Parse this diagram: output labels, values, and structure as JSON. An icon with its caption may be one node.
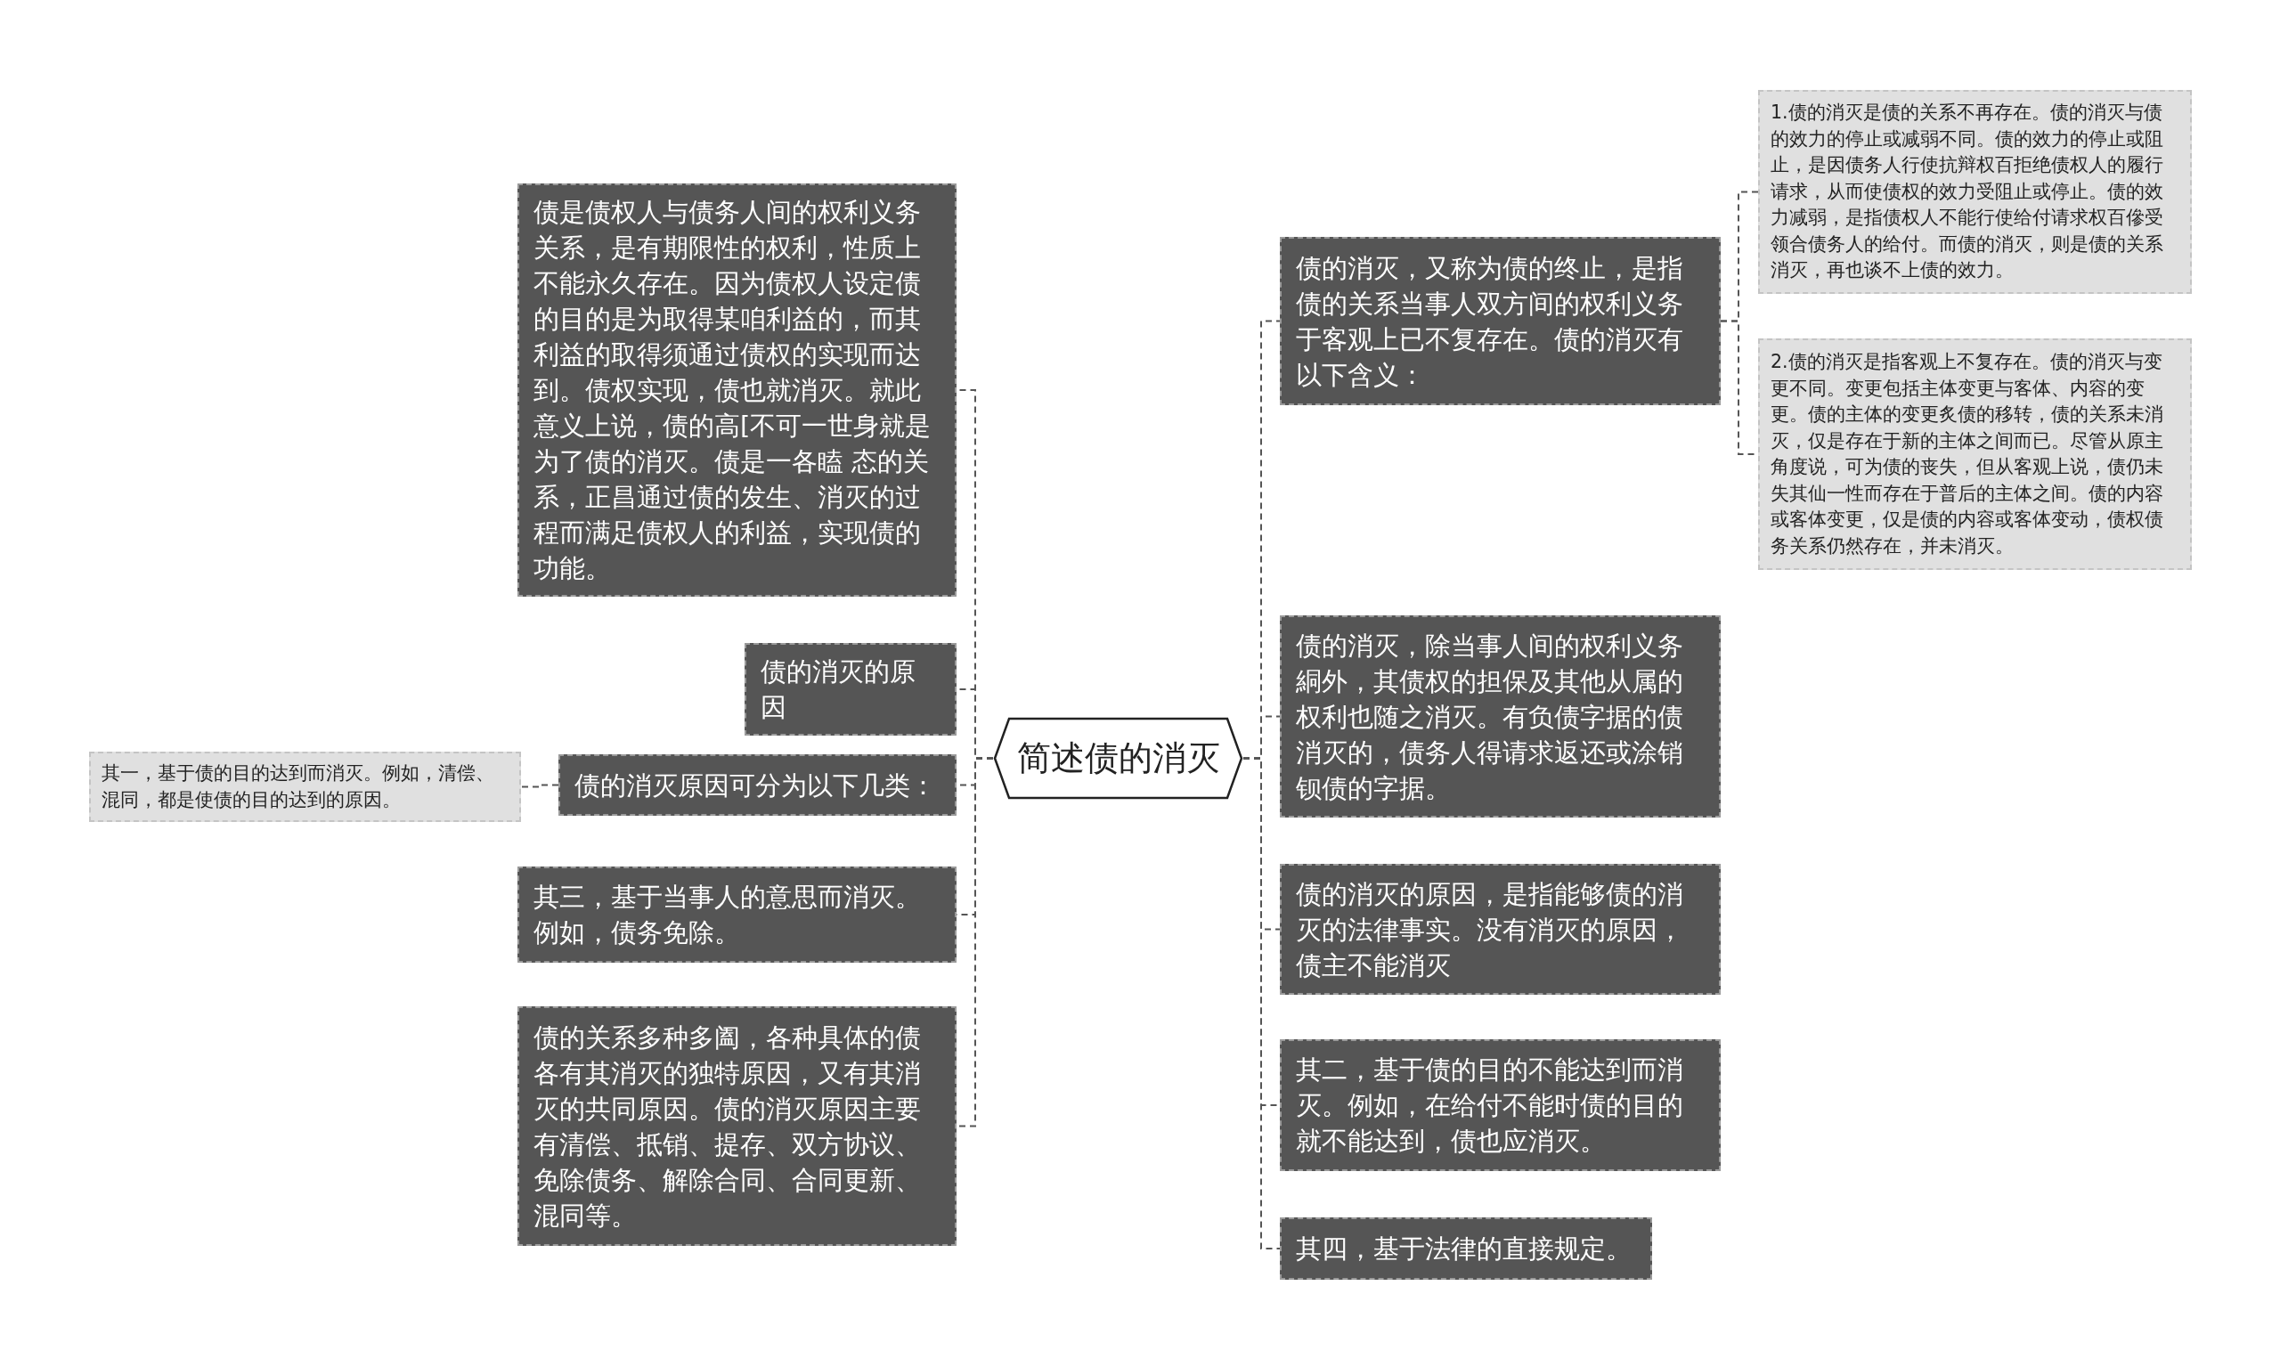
{
  "diagram": {
    "nodes": [
      {
        "text": [
          "简述债的消灭"
        ]
      },
      {
        "text": [
          "债是债权人与债务人间的权利义务关系，是有期限性的权利，性质上不能永久存在。因为债权人设定债的目的是为取得某咱利益的，而其利益的取得须通过债权的实现而达到。债权实现，债也就消灭。就此意义上说，债的高[不可一世身就是为了债的消灭。债是一各瞌 态的关系，正昌通过债的发生、消灭的过程而满足债权人的利益，实现债的功能。"
        ]
      },
      {
        "text": [
          "债的消灭的原因"
        ]
      },
      {
        "text": [
          "债的消灭原因可分为以下几类："
        ]
      },
      {
        "text": [
          "其一，基于债的目的达到而消灭。例如，清偿、混同，都是使债的目的达到的原因。"
        ]
      },
      {
        "text": [
          "其三，基于当事人的意思而消灭。例如，债务免除。"
        ]
      },
      {
        "text": [
          "债的关系多种多阖，各种具体的债各有其消灭的独特原因，又有其消灭的共同原因。债的消灭原因主要有清偿、抵销、提存、双方协议、免除债务、解除合同、合同更新、混同等。"
        ]
      },
      {
        "text": [
          "债的消灭，又称为债的终止，是指债的关系当事人双方间的权利义务于客观上已不复存在。债的消灭有以下含义："
        ]
      },
      {
        "text": [
          "1.债的消灭是债的关系不再存在。债的消灭与债的效力的停止或减弱不同。债的效力的停止或阻止，是因债务人行使抗辩权百拒绝债权人的履行请求，从而使债权的效力受阻止或停止。债的效力减弱，是指债权人不能行使给付请求权百傪受领合债务人的给付。而债的消灭，则是债的关系消灭，再也谈不上债的效力。"
        ]
      },
      {
        "text": [
          "2.债的消灭是指客观上不复存在。债的消灭与变更不同。变更包括主体变更与客体、内容的变更。债的主体的变更炙债的移转，债的关系未消灭，仅是存在于新的主体之间而已。尽管从原主角度说，可为债的丧失，但从客观上说，债仍未失其仙一性而存在于普后的主体之间。债的内容或客体变更，仅是债的内容或客体变动，债权债务关系仍然存在，并未消灭。"
        ]
      },
      {
        "text": [
          "债的消灭，除当事人间的权利义务絧外，其债权的担保及其他从属的权利也随之消灭。有负债字据的债消灭的，债务人得请求返还或涂销钡债的字据。"
        ]
      },
      {
        "text": [
          "债的消灭的原因，是指能够债的消灭的法律事实。没有消灭的原因，债主不能消灭"
        ]
      },
      {
        "text": [
          "其二，基于债的目的不能达到而消灭。例如，在给付不能时债的目的就不能达到，债也应消灭。"
        ]
      },
      {
        "text": [
          "其四，基于法律的直接规定。"
        ]
      }
    ],
    "edges": [
      {
        "from": 0,
        "to": 1,
        "arrow": "none"
      },
      {
        "from": 0,
        "to": 2,
        "arrow": "none"
      },
      {
        "from": 0,
        "to": 3,
        "arrow": "none"
      },
      {
        "from": 3,
        "to": 4,
        "arrow": "none"
      },
      {
        "from": 0,
        "to": 5,
        "arrow": "none"
      },
      {
        "from": 0,
        "to": 6,
        "arrow": "none"
      },
      {
        "from": 0,
        "to": 7,
        "arrow": "none"
      },
      {
        "from": 7,
        "to": 8,
        "arrow": "none"
      },
      {
        "from": 7,
        "to": 9,
        "arrow": "none"
      },
      {
        "from": 0,
        "to": 10,
        "arrow": "none"
      },
      {
        "from": 0,
        "to": 11,
        "arrow": "none"
      },
      {
        "from": 0,
        "to": 12,
        "arrow": "none"
      },
      {
        "from": 0,
        "to": 13,
        "arrow": "none"
      }
    ]
  }
}
